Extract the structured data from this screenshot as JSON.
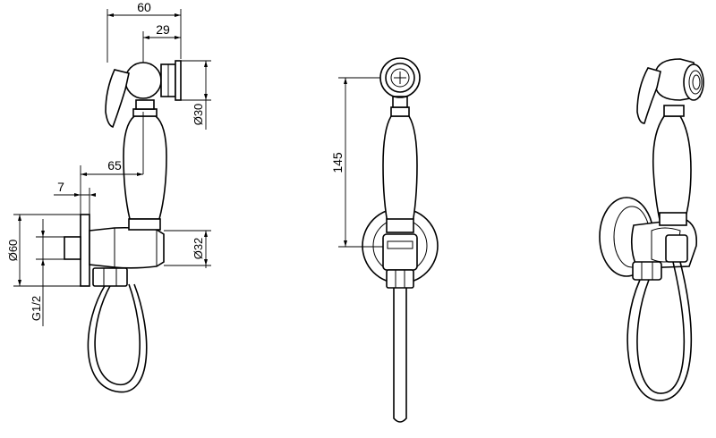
{
  "sheet": {
    "dim_overall_width": "60",
    "dim_head_depth": "29",
    "dim_head_diameter": "Ø30",
    "dim_reach": "65",
    "dim_wall_offset": "7",
    "dim_flange_diameter": "Ø60",
    "dim_holder_diameter": "Ø32",
    "dim_thread": "G1/2",
    "dim_height": "145"
  },
  "colors": {
    "line": "#000000",
    "paper": "#ffffff"
  }
}
